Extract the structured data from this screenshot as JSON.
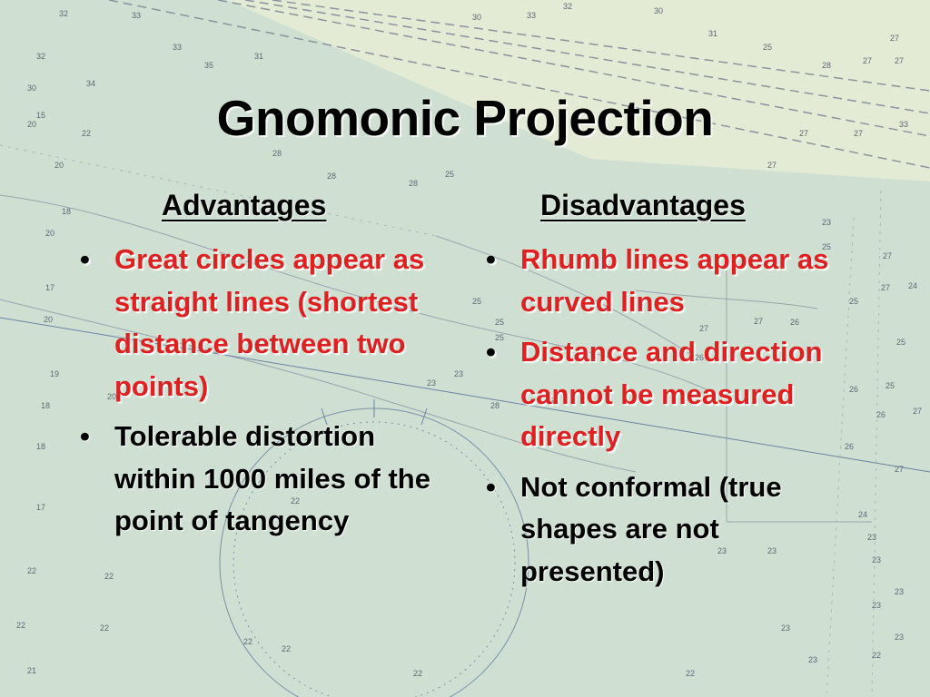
{
  "slide": {
    "title": "Gnomonic Projection",
    "columns": [
      {
        "heading": "Advantages",
        "bullets": [
          {
            "text": "Great circles appear as straight lines (shortest distance between two points)",
            "color": "red"
          },
          {
            "text": "Tolerable distortion within 1000 miles of the point of tangency",
            "color": "black"
          }
        ]
      },
      {
        "heading": "Disadvantages",
        "bullets": [
          {
            "text": "Rhumb lines appear as curved lines",
            "color": "red"
          },
          {
            "text": "Distance and direction cannot be measured directly",
            "color": "red"
          },
          {
            "text": "Not conformal (true shapes are not presented)",
            "color": "black"
          }
        ]
      }
    ]
  },
  "bullet_char": "•",
  "colors": {
    "red": "#e02020",
    "black": "#000000",
    "background": "#cfe0d2"
  },
  "background_image": "nautical-chart"
}
